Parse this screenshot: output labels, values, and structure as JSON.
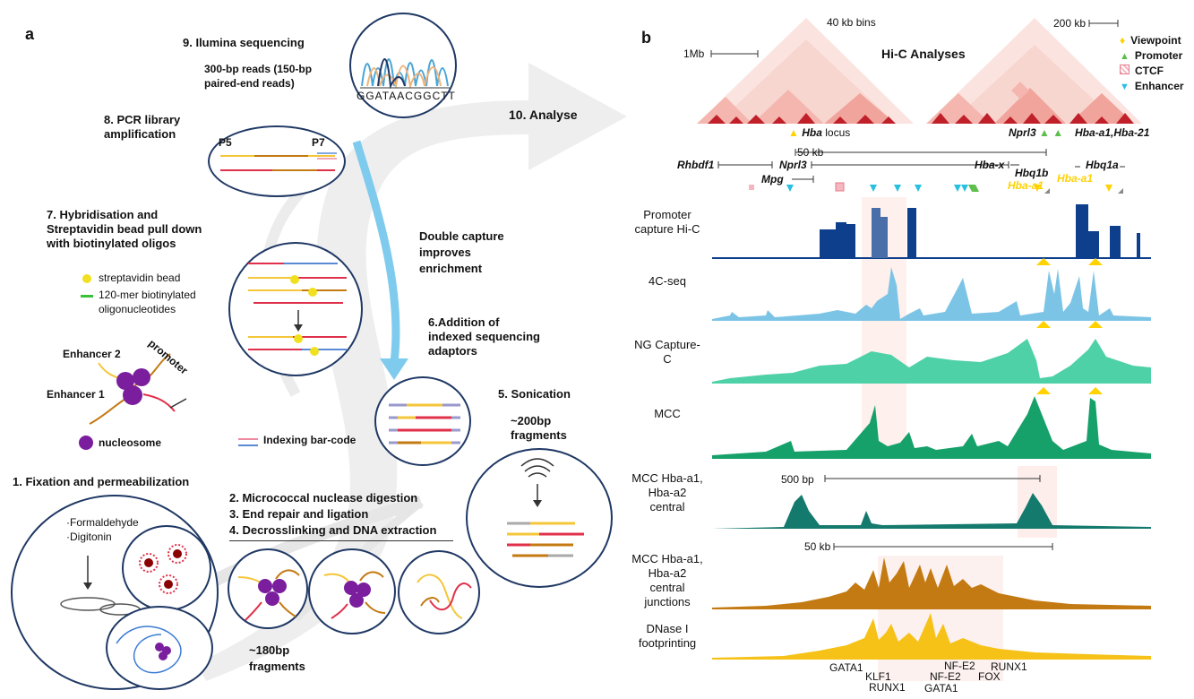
{
  "panel_a": {
    "letter": "a",
    "step1": "1. Fixation and permeabilization",
    "formaldehyde": "·Formaldehyde",
    "digitonin": "·Digitonin",
    "step2": "2. Micrococcal nuclease digestion",
    "step3": "3. End repair and ligation",
    "step4": "4. Decrosslinking and DNA extraction",
    "frag180_l1": "~180bp",
    "frag180_l2": "fragments",
    "step5": "5. Sonication",
    "frag200_l1": "~200bp",
    "frag200_l2": "fragments",
    "step6_l1": "6.Addition of",
    "step6_l2": "indexed sequencing",
    "step6_l3": "adaptors",
    "indexing": "Indexing bar-code",
    "step7_l1": "7. Hybridisation and",
    "step7_l2": "Streptavidin bead pull down",
    "step7_l3": "with biotinylated oligos",
    "legend_bead": "streptavidin bead",
    "legend_oligo_l1": "120-mer biotinylated",
    "legend_oligo_l2": "oligonucleotides",
    "enhancer2": "Enhancer 2",
    "enhancer1": "Enhancer 1",
    "promoter": "promoter",
    "nucleosome": "nucleosome",
    "step8_l1": "8. PCR library",
    "step8_l2": "amplification",
    "p5": "P5",
    "p7": "P7",
    "double_l1": "Double capture",
    "double_l2": "improves",
    "double_l3": "enrichment",
    "step9": "9. Ilumina sequencing",
    "reads_l1": "300-bp reads (150-bp",
    "reads_l2": "paired-end reads)",
    "sequence": "GGATAACGGCTT",
    "step10": "10. Analyse"
  },
  "panel_b": {
    "letter": "b",
    "hic_title": "Hi-C Analyses",
    "bins": "40 kb bins",
    "scale_1mb": "1Mb",
    "scale_200kb": "200 kb",
    "hba_locus_pre": "Hba",
    "hba_locus_post": " locus",
    "nprl3_top": "Nprl3",
    "hba_a1_a2": "Hba-a1,Hba-21",
    "legend": [
      "Viewpoint",
      "Promoter",
      "CTCF",
      "Enhancer"
    ],
    "scale_50kb": "50 kb",
    "genes": {
      "rhbdf1": "Rhbdf1",
      "nprl3": "Nprl3",
      "mpg": "Mpg",
      "hba_x": "Hba-x",
      "hbq1b": "Hbq1b",
      "hbq1a": "Hbq1a",
      "hba_a1": "Hba-a1",
      "hba_a2": "Hba-a1"
    },
    "tracks": {
      "promoter_capture_l1": "Promoter",
      "promoter_capture_l2": "capture Hi-C",
      "fourc": "4C-seq",
      "ngc_l1": "NG Capture-",
      "ngc_l2": "C",
      "mcc": "MCC",
      "mcc_central_l1": "MCC Hba-a1,",
      "mcc_central_l2": "Hba-a2",
      "mcc_central_l3": "central",
      "mcc_junc_l1": "MCC Hba-a1,",
      "mcc_junc_l2": "Hba-a2",
      "mcc_junc_l3": "central",
      "mcc_junc_l4": "junctions",
      "dnase_l1": "DNase I",
      "dnase_l2": "footprinting"
    },
    "scale_500bp": "500 bp",
    "scale_50kb_b": "50 kb",
    "motifs": [
      "GATA1",
      "KLF1",
      "RUNX1",
      "NF-E2",
      "NF-E2",
      "GATA1",
      "FOX",
      "RUNX1"
    ]
  },
  "colors": {
    "dark_blue": "#0d3f8c",
    "light_blue": "#7cc4e6",
    "mint": "#4fd1a8",
    "green": "#16a06a",
    "teal": "#157a6e",
    "brown": "#c47a12",
    "yellow": "#f6c218",
    "circle_border": "#1f3864",
    "arrow_blue": "#7ecbee"
  }
}
